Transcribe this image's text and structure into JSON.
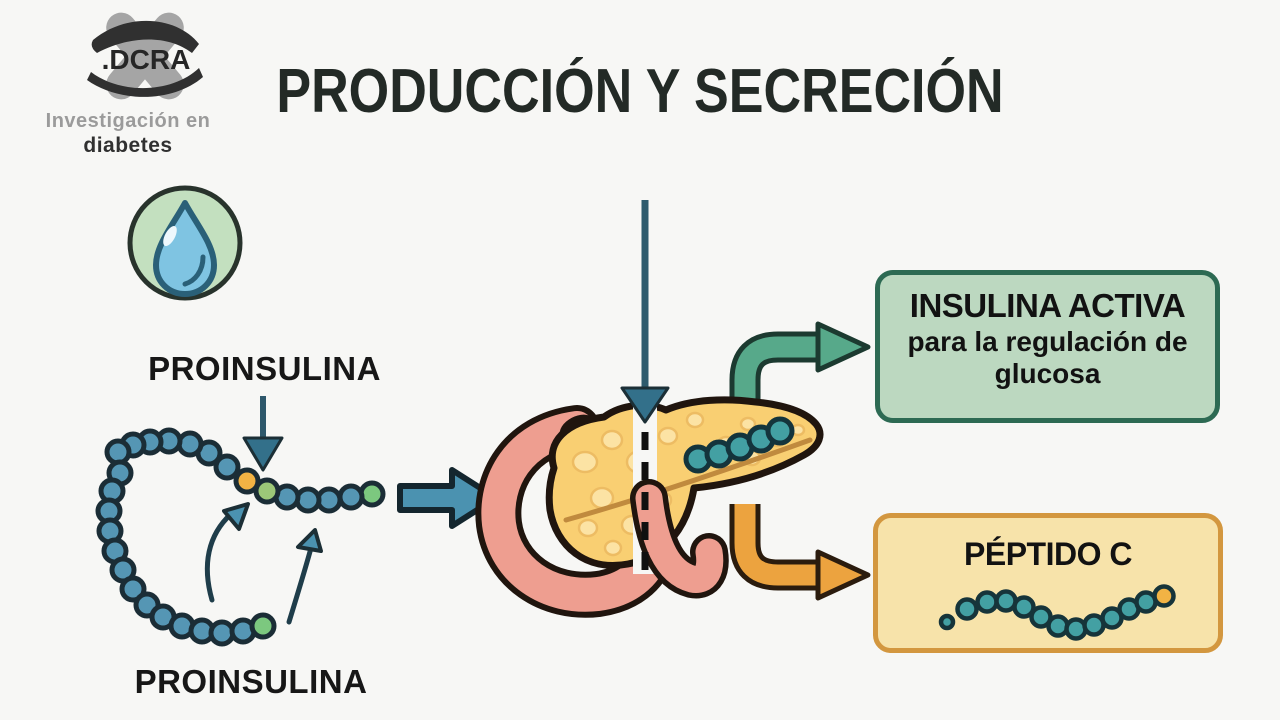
{
  "logo": {
    "brand": ".DCRA",
    "tagline_line1": "Investigación en",
    "tagline_line2": "diabetes"
  },
  "title": "PRODUCCIÓN Y SECRECIÓN",
  "diagram": {
    "proinsulina_top": "PROINSULINA",
    "proinsulina_bottom": "PROINSULINA"
  },
  "outputs": {
    "insulina": {
      "title": "INSULINA ACTIVA",
      "subtitle": "para la regulación de glucosa"
    },
    "peptido": {
      "title": "PÉPTIDO C"
    }
  },
  "icons": {
    "logo_icon": "dcra-cross-ribbon",
    "droplet_icon": "water-drop-in-green-circle",
    "proinsulin_chain": "bead-chain-c-shape",
    "pancreas_icon": "pancreas-with-duodenum",
    "c_peptide_chain": "bead-chain-wave"
  },
  "colors": {
    "background": "#f7f7f5",
    "ink": "#20262a",
    "title_text": "#232a26",
    "label_text": "#171717",
    "bead_blue": "#5596b4",
    "bead_teal": "#43a0a3",
    "bead_orange": "#f2b344",
    "bead_green": "#9cc878",
    "bead_green_end": "#7cc87f",
    "arrow_steel": "#33708a",
    "arrow_block": "#4b92b0",
    "arrow_green": "#57a98a",
    "arrow_orange": "#eca33f",
    "droplet_bg": "#c3e0bf",
    "droplet_blue": "#7fc4e2",
    "droplet_outline": "#2a6078",
    "duodenum_pink": "#ee9e90",
    "duodenum_lumen": "#b95f50",
    "pancreas_yellow": "#f9cf72",
    "pancreas_lobule": "#fce3a4",
    "pancreas_duct": "#c08a3e",
    "insulina_box_bg": "#bcd8c0",
    "insulina_box_border": "#2d6a53",
    "peptido_box_bg": "#f7e3aa",
    "peptido_box_border": "#d3973f",
    "logo_gray": "#a5a5a5",
    "logo_dark": "#303030",
    "logo_text_gray": "#9b9b9b"
  }
}
